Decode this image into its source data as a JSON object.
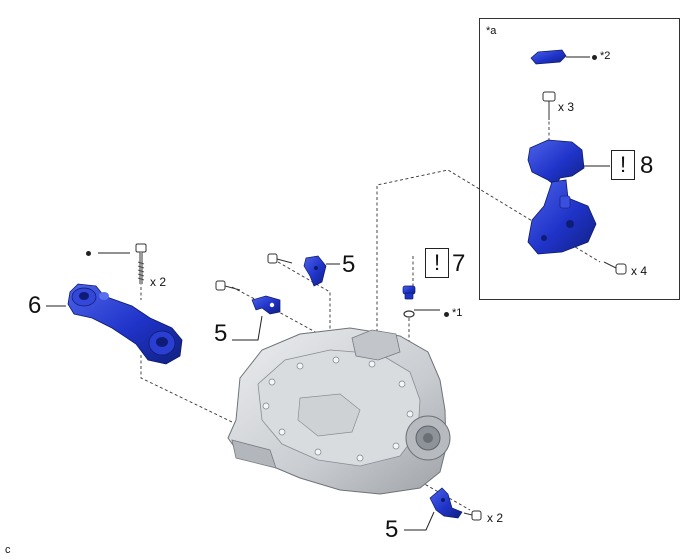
{
  "inset": {
    "label": "*a"
  },
  "callouts": {
    "item_5_top": "5",
    "item_5_left": "5",
    "item_5_bottom": "5",
    "item_6": "6",
    "item_7": "7",
    "item_8": "8"
  },
  "caution_marks": {
    "item_7": "!",
    "item_8": "!"
  },
  "notes": {
    "star1": "*1",
    "star2": "*2"
  },
  "quantities": {
    "bolt_6": "x 2",
    "bolt_inset": "x 3",
    "bolt_8": "x 4",
    "bolt_bottom": "x 2"
  },
  "corner_mark": "c",
  "colors": {
    "part_blue": "#1f33c9",
    "part_blue_dark": "#10207f",
    "part_blue_light": "#4d63e8",
    "transaxle_gray": "#c9ccd0",
    "line": "#333333"
  }
}
